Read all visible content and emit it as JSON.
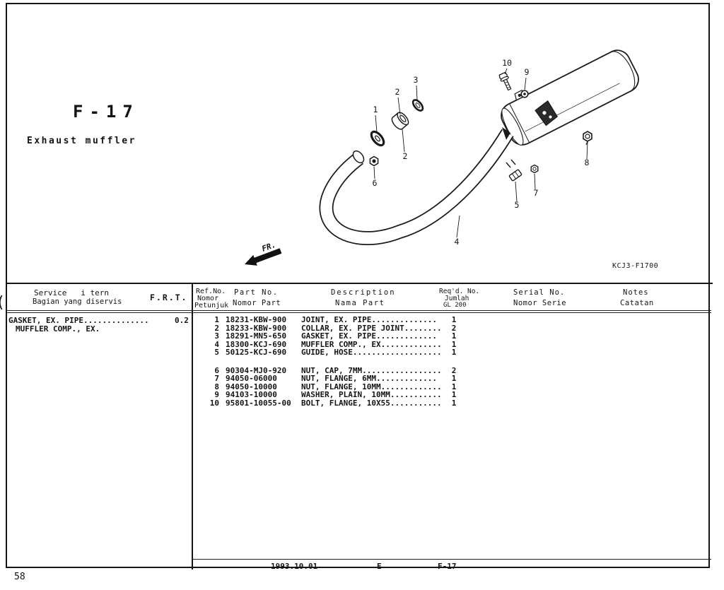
{
  "figure": {
    "code": "F-17",
    "title": "Exhaust muffler",
    "drawing_no": "KCJ3-F1700",
    "direction_label": "FR."
  },
  "service_table": {
    "header_en": "Service   i tern",
    "header_id": "Bagian yang diservis",
    "frt_label": "F.R.T.",
    "rows": [
      {
        "text": "GASKET, EX. PIPE..............",
        "value": "0.2"
      },
      {
        "text": "MUFFLER COMP., EX.",
        "value": ""
      }
    ]
  },
  "parts_table": {
    "headers": {
      "ref_en": "Ref.No.",
      "ref_id_1": "Nomor",
      "ref_id_2": "Petunjuk",
      "part_en": "Part No.",
      "part_id": "Nomor Part",
      "desc_en": "Description",
      "desc_id": "Nama Part",
      "qty_en": "Req'd. No.",
      "qty_id": "Jumlah",
      "qty_model": "GL 200",
      "serial_en": "Serial No.",
      "serial_id": "Nomor Serie",
      "notes_en": "Notes",
      "notes_id": "Catatan"
    },
    "rows": [
      {
        "ref": "1",
        "part": "18231-KBW-900",
        "desc": "JOINT, EX. PIPE..............",
        "qty": "1"
      },
      {
        "ref": "2",
        "part": "18233-KBW-900",
        "desc": "COLLAR, EX. PIPE JOINT........",
        "qty": "2"
      },
      {
        "ref": "3",
        "part": "18291-MN5-650",
        "desc": "GASKET, EX. PIPE.............",
        "qty": "1"
      },
      {
        "ref": "4",
        "part": "18300-KCJ-690",
        "desc": "MUFFLER COMP., EX.............",
        "qty": "1"
      },
      {
        "ref": "5",
        "part": "50125-KCJ-690",
        "desc": "GUIDE, HOSE...................",
        "qty": "1"
      },
      {
        "ref": "6",
        "part": "90304-MJ0-920",
        "desc": "NUT, CAP, 7MM.................",
        "qty": "2"
      },
      {
        "ref": "7",
        "part": "94050-06000",
        "desc": "NUT, FLANGE, 6MM.............",
        "qty": "1"
      },
      {
        "ref": "8",
        "part": "94050-10000",
        "desc": "NUT, FLANGE, 10MM.............",
        "qty": "1"
      },
      {
        "ref": "9",
        "part": "94103-10000",
        "desc": "WASHER, PLAIN, 10MM...........",
        "qty": "1"
      },
      {
        "ref": "10",
        "part": "95801-10055-00",
        "desc": "BOLT, FLANGE, 10X55...........",
        "qty": "1"
      }
    ]
  },
  "footer": {
    "date": "1993.10.01",
    "edition": "E",
    "page_code": "F-17"
  },
  "corner_page_number": "58",
  "margin_mark": "(",
  "diagram": {
    "callouts": [
      {
        "label": "1"
      },
      {
        "label": "2"
      },
      {
        "label": "3"
      },
      {
        "label": "2"
      },
      {
        "label": "6"
      },
      {
        "label": "5"
      },
      {
        "label": "7"
      },
      {
        "label": "4"
      },
      {
        "label": "10"
      },
      {
        "label": "9"
      },
      {
        "label": "8"
      }
    ]
  }
}
